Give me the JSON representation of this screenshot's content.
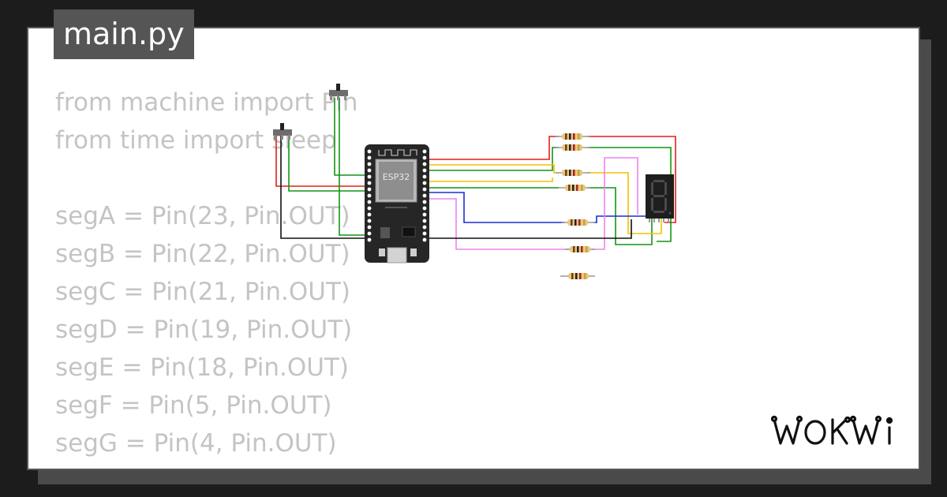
{
  "file_tab": {
    "label": "main.py"
  },
  "code_lines": [
    "from machine import Pin",
    "from time import sleep",
    "",
    "segA = Pin(23, Pin.OUT)",
    "segB = Pin(22, Pin.OUT)",
    "segC = Pin(21, Pin.OUT)",
    "segD = Pin(19, Pin.OUT)",
    "segE = Pin(18, Pin.OUT)",
    "segF = Pin(5, Pin.OUT)",
    "segG = Pin(4, Pin.OUT)"
  ],
  "diagram": {
    "esp32_label": "ESP32",
    "wire_colors": {
      "red": "#e0201c",
      "green": "#149414",
      "yellow": "#f2c200",
      "blue": "#1a2ed6",
      "pink": "#ee82ee",
      "black": "#111111"
    }
  },
  "brand": {
    "logo_text": "WOKWi"
  }
}
